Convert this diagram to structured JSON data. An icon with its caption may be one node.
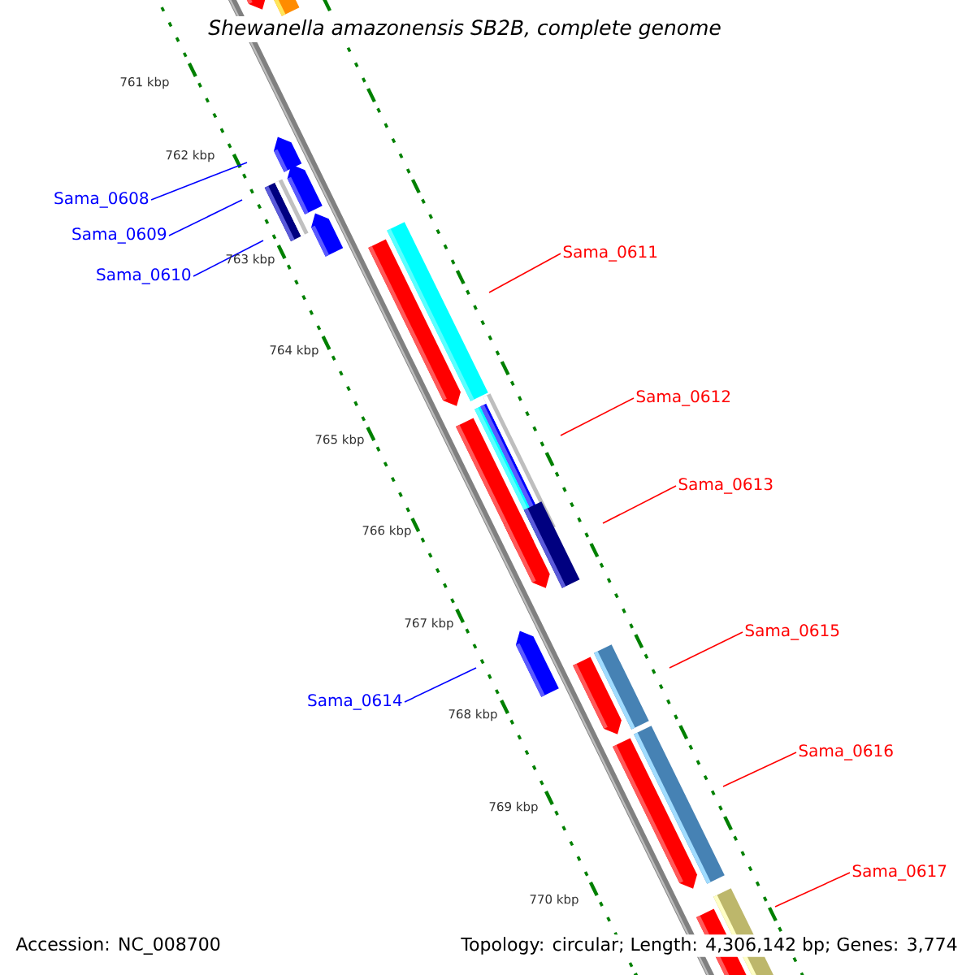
{
  "diagram": {
    "title": "Shewanella amazonensis SB2B, complete genome",
    "nodes": [
      {
        "text": [
          "Sama_0608"
        ]
      },
      {
        "text": [
          "Sama_0609"
        ]
      },
      {
        "text": [
          "Sama_0610"
        ]
      },
      {
        "text": [
          "Sama_0611"
        ]
      },
      {
        "text": [
          "Sama_0612"
        ]
      },
      {
        "text": [
          "Sama_0613"
        ]
      },
      {
        "text": [
          "Sama_0614"
        ]
      },
      {
        "text": [
          "Sama_0615"
        ]
      },
      {
        "text": [
          "Sama_0616"
        ]
      },
      {
        "text": [
          "Sama_0617"
        ]
      }
    ],
    "edges": [
      {
        "from": 0,
        "to": null,
        "arrow": "none",
        "color": "#0000ff"
      },
      {
        "from": 1,
        "to": null,
        "arrow": "none",
        "color": "#0000ff"
      },
      {
        "from": 2,
        "to": null,
        "arrow": "none",
        "color": "#0000ff"
      },
      {
        "from": 3,
        "to": null,
        "arrow": "none"
      },
      {
        "from": 4,
        "to": null,
        "arrow": "none"
      },
      {
        "from": 5,
        "to": null,
        "arrow": "none"
      },
      {
        "from": 6,
        "to": null,
        "arrow": "none",
        "color": "#0000ff"
      },
      {
        "from": 7,
        "to": null,
        "arrow": "none"
      },
      {
        "from": 8,
        "to": null,
        "arrow": "none"
      },
      {
        "from": 9,
        "to": null,
        "arrow": "none"
      }
    ],
    "labels": [
      "761 kbp",
      "762 kbp",
      "763 kbp",
      "764 kbp",
      "765 kbp",
      "766 kbp",
      "767 kbp",
      "768 kbp",
      "769 kbp",
      "770 kbp",
      "Accession: NC_008700",
      "Topology: circular; Length: 4,306,142 bp; Genes: 3,774"
    ]
  }
}
